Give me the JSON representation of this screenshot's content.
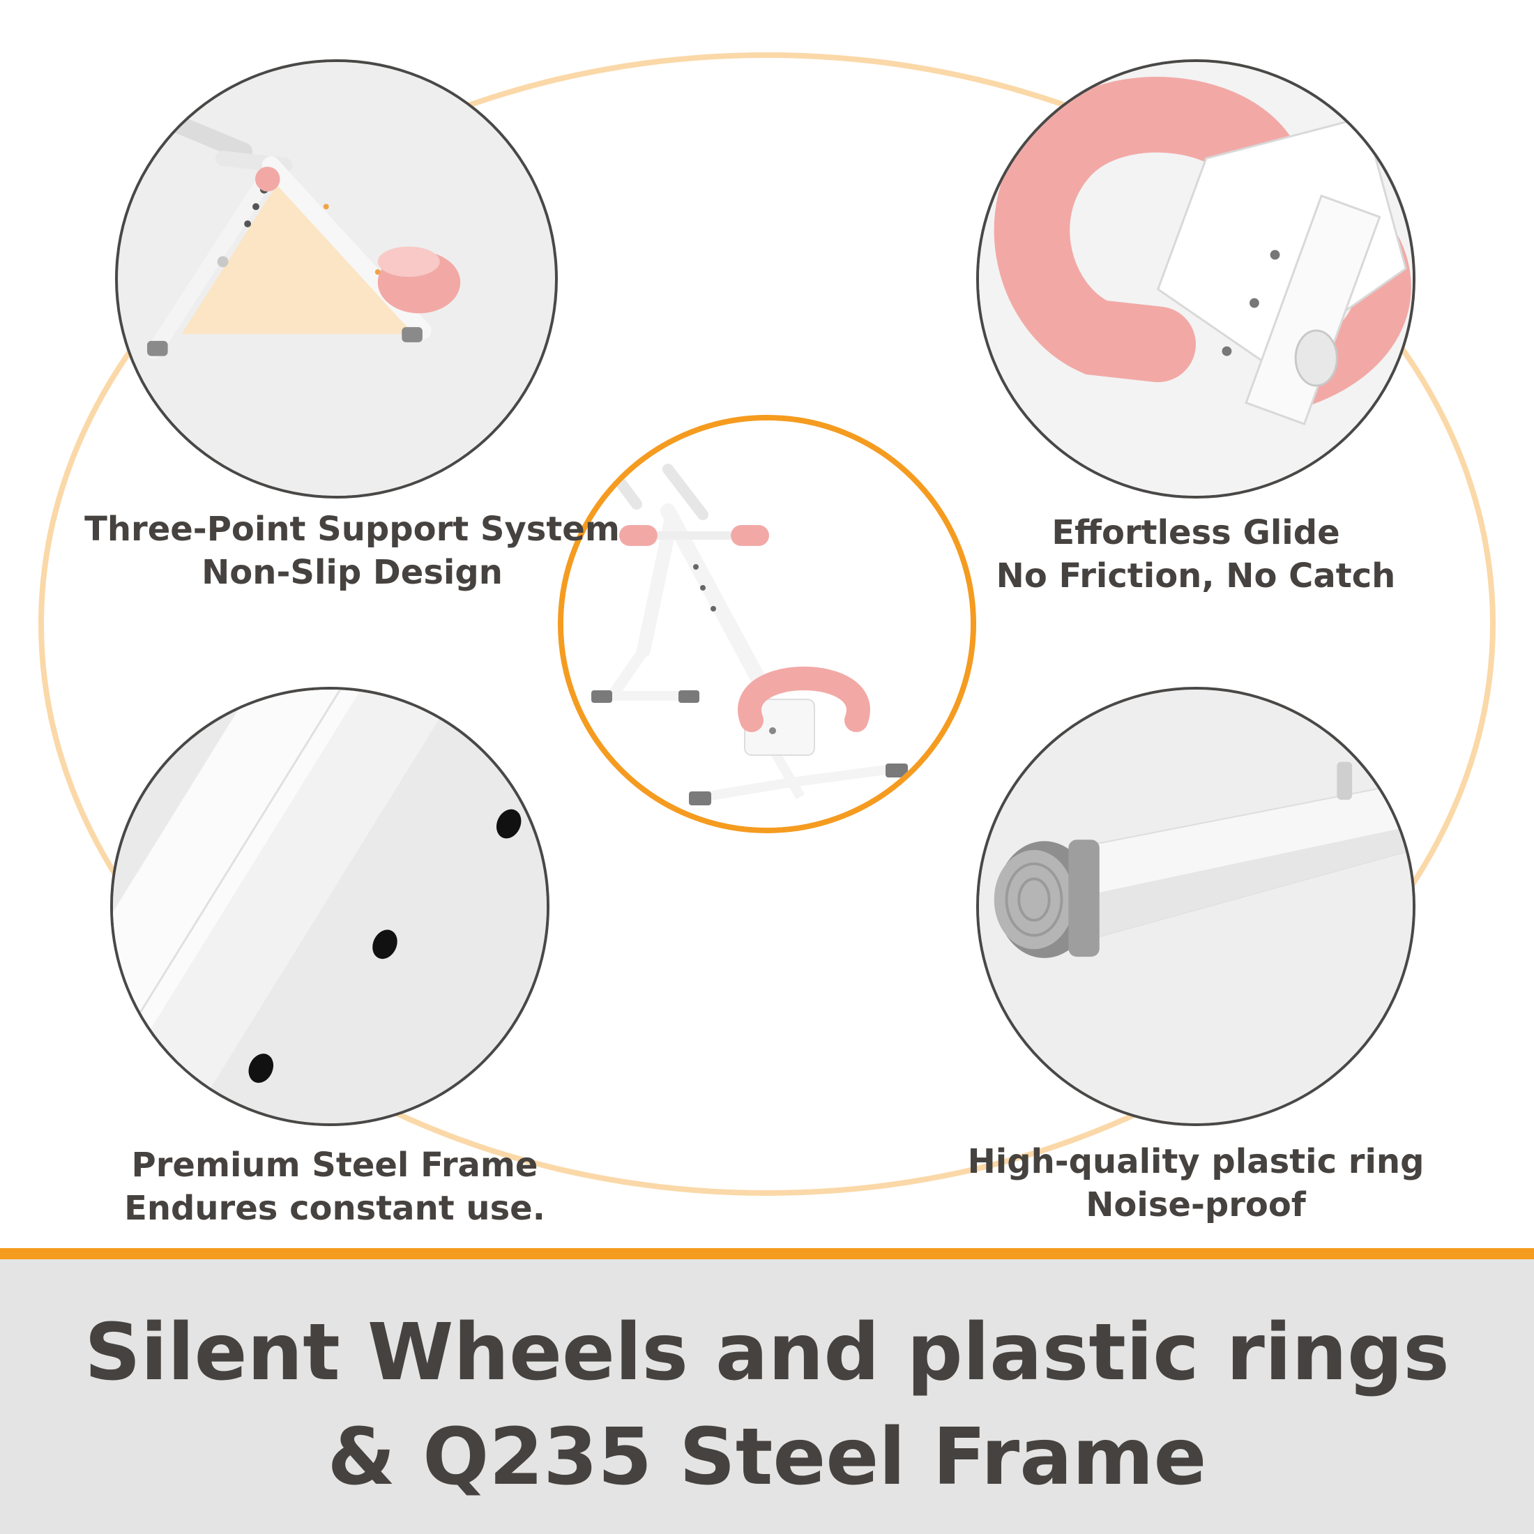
{
  "features": {
    "support": {
      "line1": "Three-Point Support System",
      "line2": "Non-Slip Design"
    },
    "glide": {
      "line1": "Effortless Glide",
      "line2": "No Friction, No Catch"
    },
    "frame": {
      "line1": "Premium Steel Frame",
      "line2": "Endures constant use."
    },
    "ring": {
      "line1": "High-quality plastic ring",
      "line2": "Noise-proof"
    }
  },
  "banner": {
    "line1": "Silent Wheels and plastic rings",
    "line2": "& Q235 Steel Frame"
  },
  "colors": {
    "accent_orange": "#f59b1f",
    "ellipse_peach": "#fbd8a8",
    "text_dark": "#46423f",
    "pad_pink": "#f2a9a6",
    "banner_gray": "#e4e4e4"
  },
  "images": {
    "support": "product-side-view-triangle",
    "glide": "pink-knee-pad-closeup",
    "center": "ab-machine-full-view",
    "frame": "steel-tube-with-holes",
    "ring": "plastic-end-cap-closeup"
  }
}
